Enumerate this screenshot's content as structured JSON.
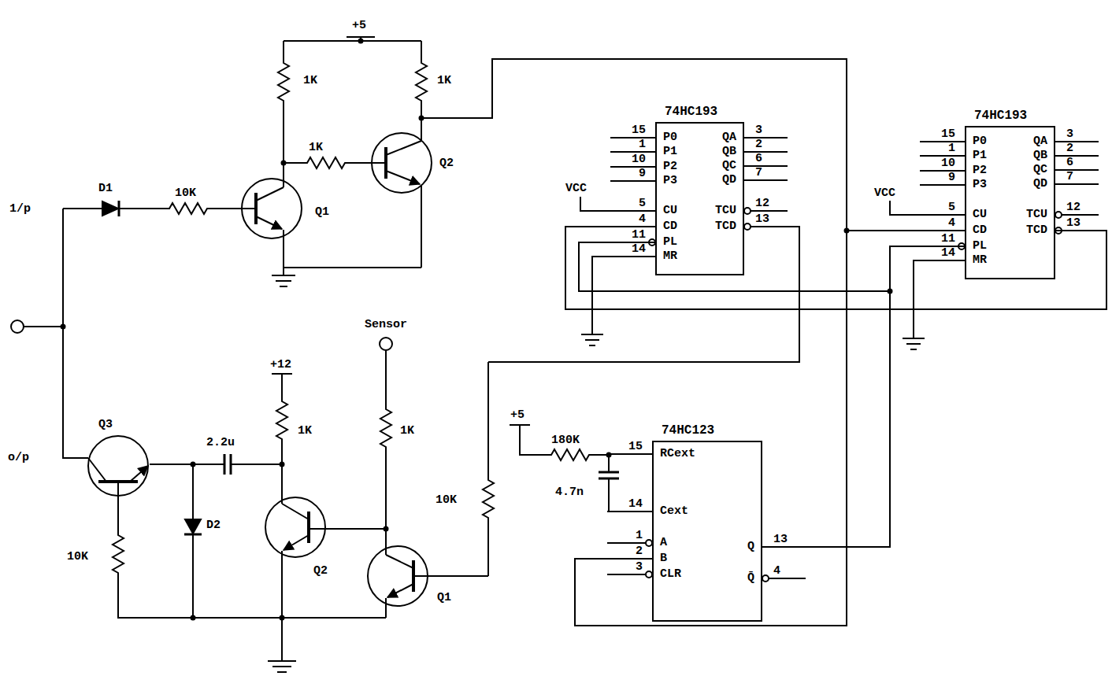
{
  "diagram": {
    "nodes": [
      {
        "text": [
          "74HC193"
        ]
      },
      {
        "text": [
          "74HC193"
        ]
      },
      {
        "text": [
          "74HC123"
        ]
      }
    ],
    "edges": [
      {
        "from": 2,
        "to": 0,
        "arrow": "none"
      },
      {
        "from": 2,
        "to": 1,
        "arrow": "none"
      },
      {
        "from": 1,
        "to": 0,
        "arrow": "none"
      }
    ],
    "labels": [
      "+5",
      "1K",
      "1K",
      "1K",
      "D1",
      "10K",
      "Q1",
      "Q2",
      "1/p",
      "o/p",
      "Q3",
      "2.2u",
      "D2",
      "10K",
      "+12",
      "1K",
      "Sensor",
      "1K",
      "10K",
      "Q2",
      "Q1",
      "+5",
      "180K",
      "4.7n",
      "15",
      "P0",
      "1",
      "P1",
      "10",
      "P2",
      "9",
      "P3",
      "5",
      "CU",
      "4",
      "CD",
      "11",
      "PL",
      "14",
      "MR",
      "3",
      "QA",
      "2",
      "QB",
      "6",
      "QC",
      "7",
      "QD",
      "12",
      "TCU",
      "13",
      "TCD",
      "VCC",
      "15",
      "P0",
      "1",
      "P1",
      "10",
      "P2",
      "9",
      "P3",
      "5",
      "CU",
      "4",
      "CD",
      "11",
      "PL",
      "14",
      "MR",
      "3",
      "QA",
      "2",
      "QB",
      "6",
      "QC",
      "7",
      "QD",
      "12",
      "TCU",
      "13",
      "TCD",
      "VCC",
      "15",
      "RCext",
      "14",
      "Cext",
      "1",
      "A",
      "2",
      "B",
      "3",
      "CLR",
      "13",
      "Q",
      "4",
      "Q̄"
    ]
  }
}
